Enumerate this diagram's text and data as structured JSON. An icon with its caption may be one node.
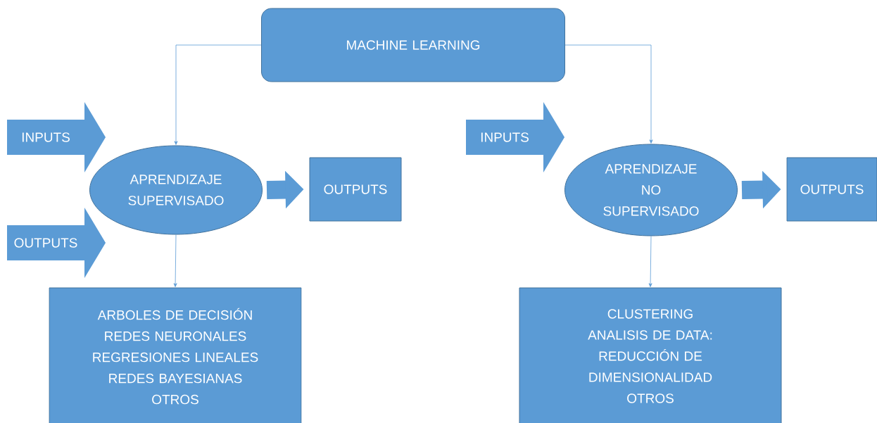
{
  "diagram": {
    "nodes": [
      {
        "text": [
          "MACHINE LEARNING"
        ]
      },
      {
        "text": [
          "INPUTS"
        ]
      },
      {
        "text": [
          "OUTPUTS"
        ]
      },
      {
        "text": [
          "APRENDIZAJE SUPERVISADO"
        ]
      },
      {
        "text": [
          "OUTPUTS"
        ]
      },
      {
        "text": [
          "ARBOLES DE DECISIÓN",
          "REDES NEURONALES",
          "REGRESIONES LINEALES",
          "REDES BAYESIANAS",
          "OTROS"
        ]
      },
      {
        "text": [
          "INPUTS"
        ]
      },
      {
        "text": [
          "APRENDIZAJE NO SUPERVISADO"
        ]
      },
      {
        "text": [
          "OUTPUTS"
        ]
      },
      {
        "text": [
          "CLUSTERING",
          "ANALISIS DE DATA: REDUCCIÓN DE DIMENSIONALIDAD",
          "OTROS"
        ]
      }
    ],
    "edges": [
      {
        "from": 0,
        "to": 3,
        "arrow": "to"
      },
      {
        "from": 0,
        "to": 7,
        "arrow": "to"
      },
      {
        "from": 3,
        "to": 4,
        "arrow": "to",
        "style": "thick"
      },
      {
        "from": 3,
        "to": 5,
        "arrow": "to"
      },
      {
        "from": 7,
        "to": 8,
        "arrow": "to",
        "style": "thick"
      },
      {
        "from": 7,
        "to": 9,
        "arrow": "to"
      }
    ]
  }
}
